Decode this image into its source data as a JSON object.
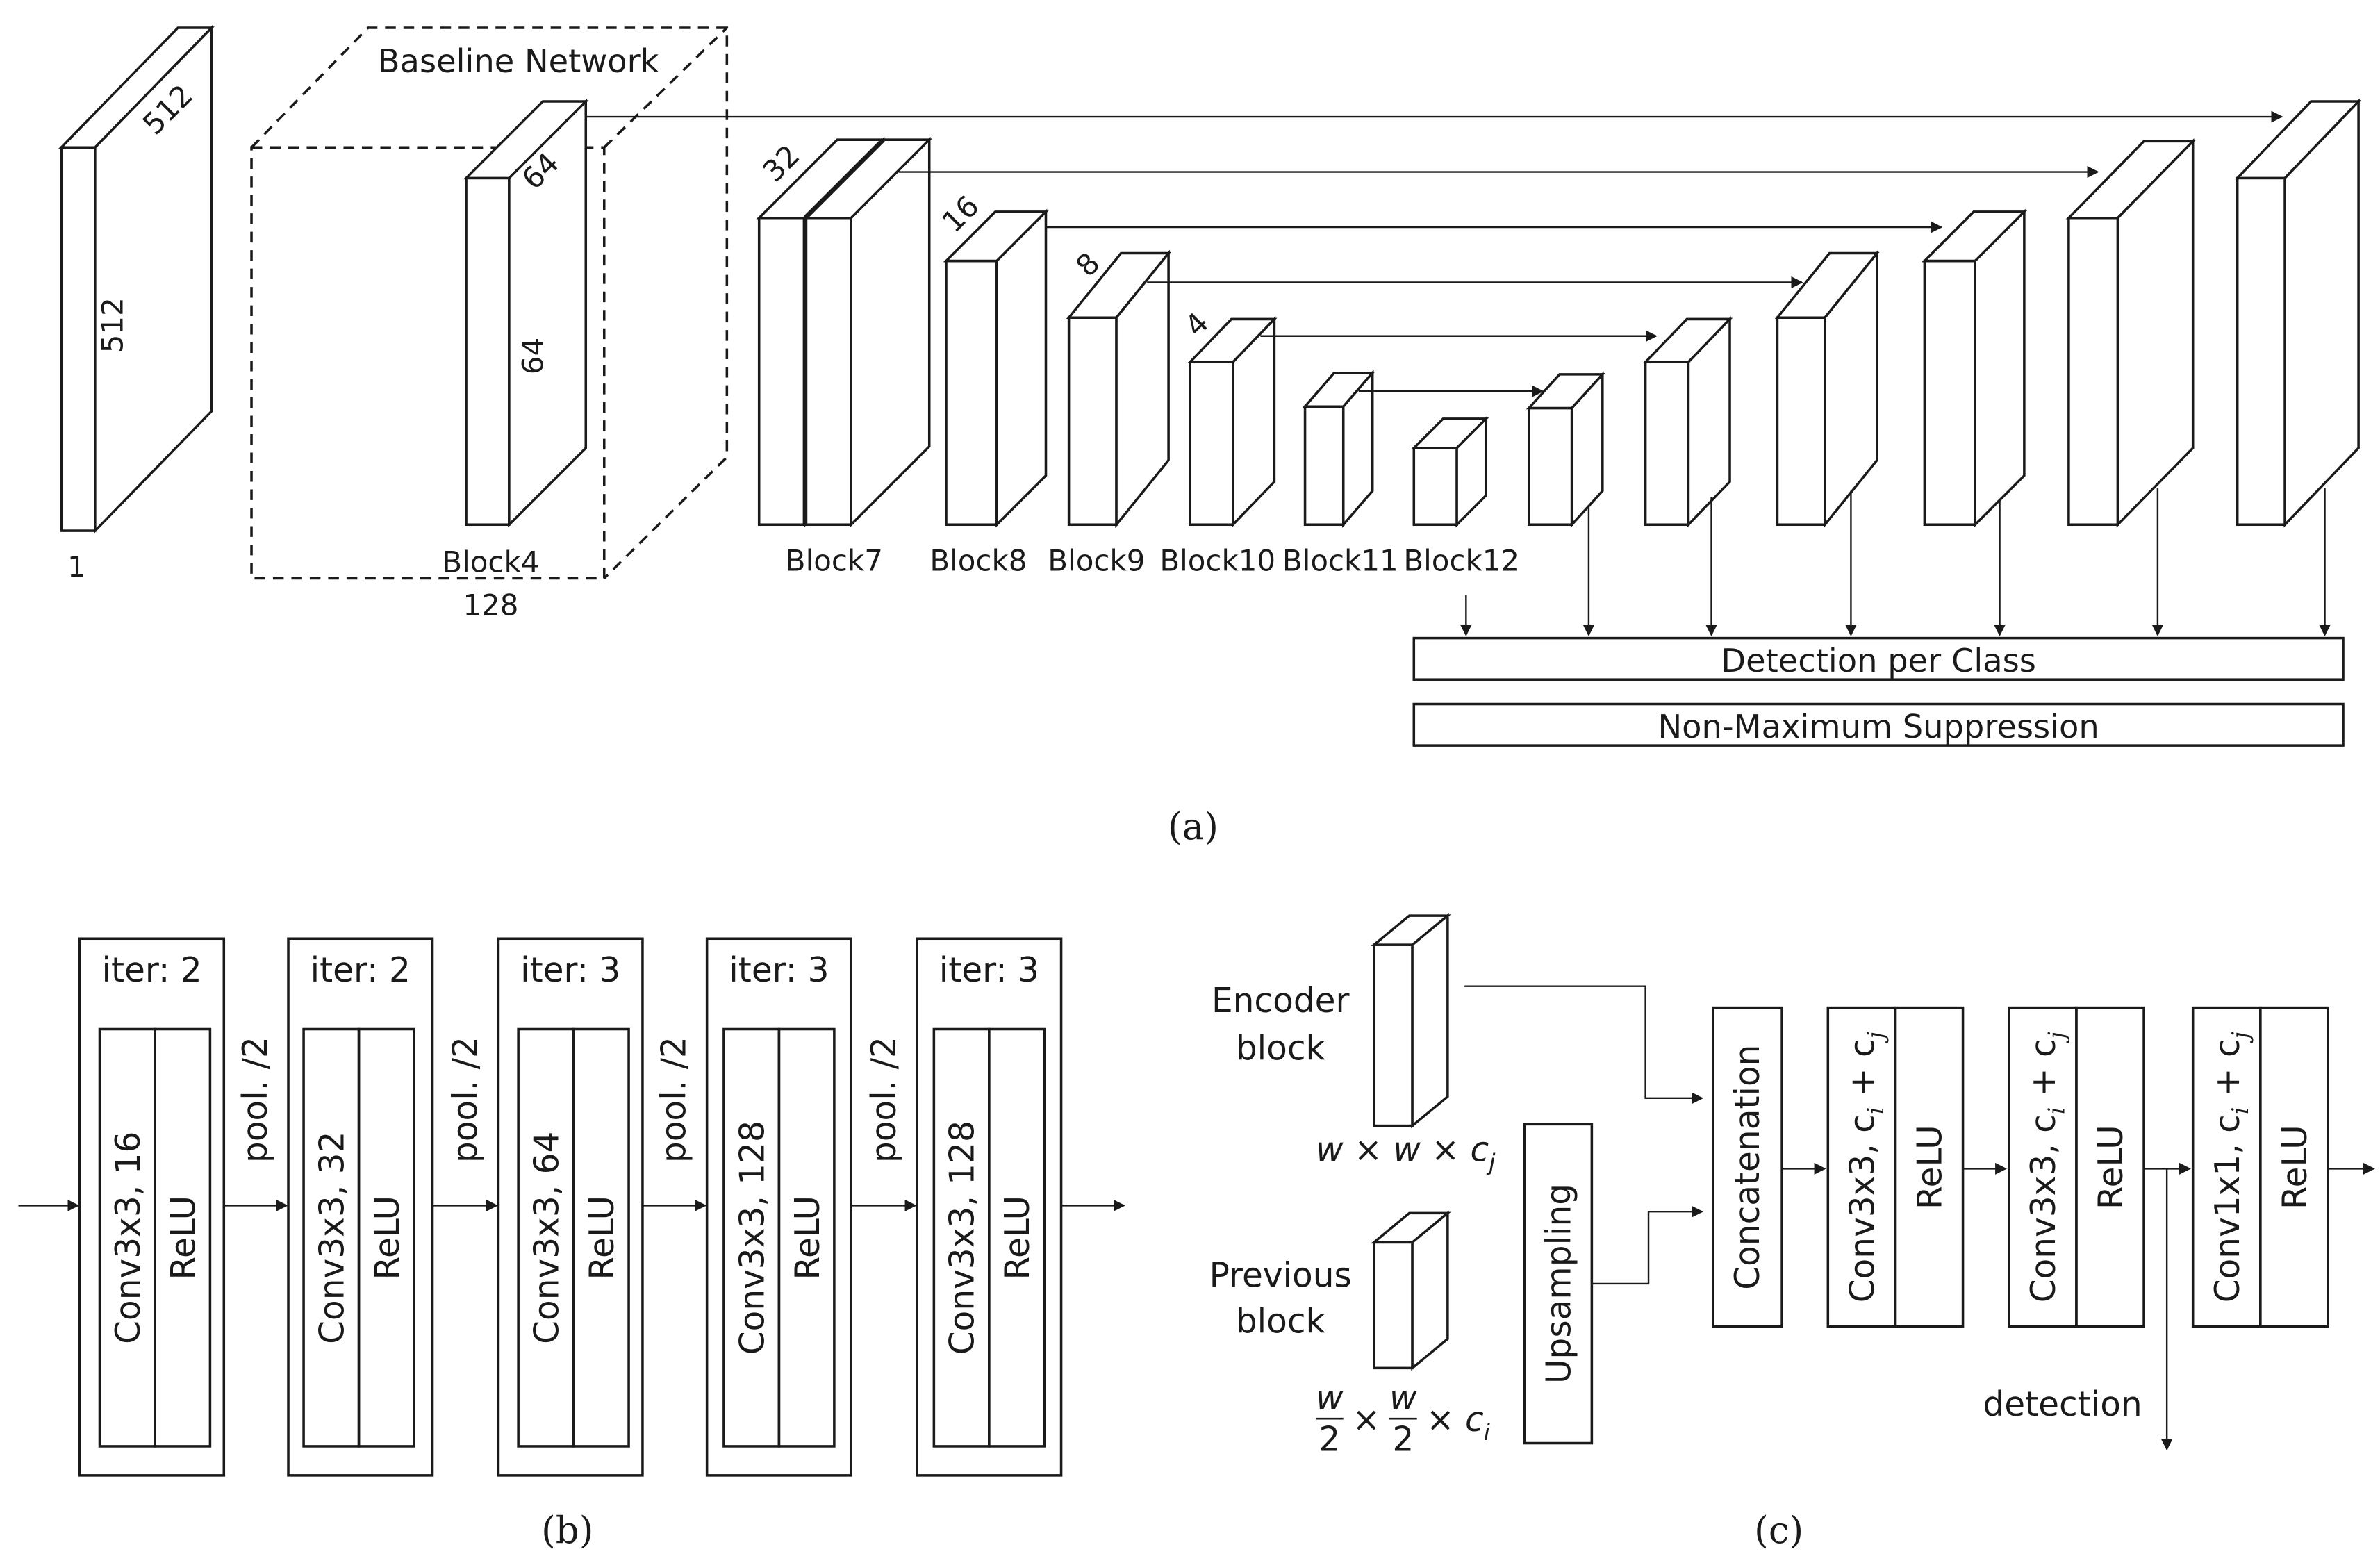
{
  "panel_a": {
    "caption": "(a)",
    "input": {
      "dim_top": "512",
      "dim_side": "512",
      "channels": "1"
    },
    "baseline": {
      "label": "Baseline Network",
      "block_name": "Block4",
      "dim_top": "64",
      "dim_side": "64",
      "channels": "128"
    },
    "encoder_blocks": [
      {
        "name": "Block7",
        "dim": "32"
      },
      {
        "name": "Block8",
        "dim": "16"
      },
      {
        "name": "Block9",
        "dim": "8"
      },
      {
        "name": "Block10",
        "dim": "4"
      },
      {
        "name": "Block11",
        "dim": ""
      },
      {
        "name": "Block12",
        "dim": ""
      }
    ],
    "detection_label": "Detection per Class",
    "nms_label": "Non-Maximum Suppression"
  },
  "panel_b": {
    "caption": "(b)",
    "stages": [
      {
        "iter": "iter: 2",
        "conv": "Conv3x3, 16",
        "act": "ReLU"
      },
      {
        "iter": "iter: 2",
        "conv": "Conv3x3, 32",
        "act": "ReLU"
      },
      {
        "iter": "iter: 3",
        "conv": "Conv3x3, 64",
        "act": "ReLU"
      },
      {
        "iter": "iter: 3",
        "conv": "Conv3x3, 128",
        "act": "ReLU"
      },
      {
        "iter": "iter: 3",
        "conv": "Conv3x3, 128",
        "act": "ReLU"
      }
    ],
    "pool_label": "pool. /2"
  },
  "panel_c": {
    "caption": "(c)",
    "encoder_label_1": "Encoder",
    "encoder_label_2": "block",
    "previous_label_1": "Previous",
    "previous_label_2": "block",
    "encoder_dims": "w × w × c",
    "encoder_dims_sub": "j",
    "previous_dims": "× c",
    "previous_dims_sub": "i",
    "frac_num": "w",
    "frac_den": "2",
    "upsampling": "Upsampling",
    "concatenation": "Concatenation",
    "conv_blocks": [
      {
        "conv": "Conv3x3, c",
        "act": "ReLU"
      },
      {
        "conv": "Conv3x3, c",
        "act": "ReLU"
      },
      {
        "conv": "Conv1x1, c",
        "act": "ReLU"
      }
    ],
    "conv_sum_tail": " + c",
    "sub_i": "i",
    "sub_j": "j",
    "detection": "detection"
  }
}
